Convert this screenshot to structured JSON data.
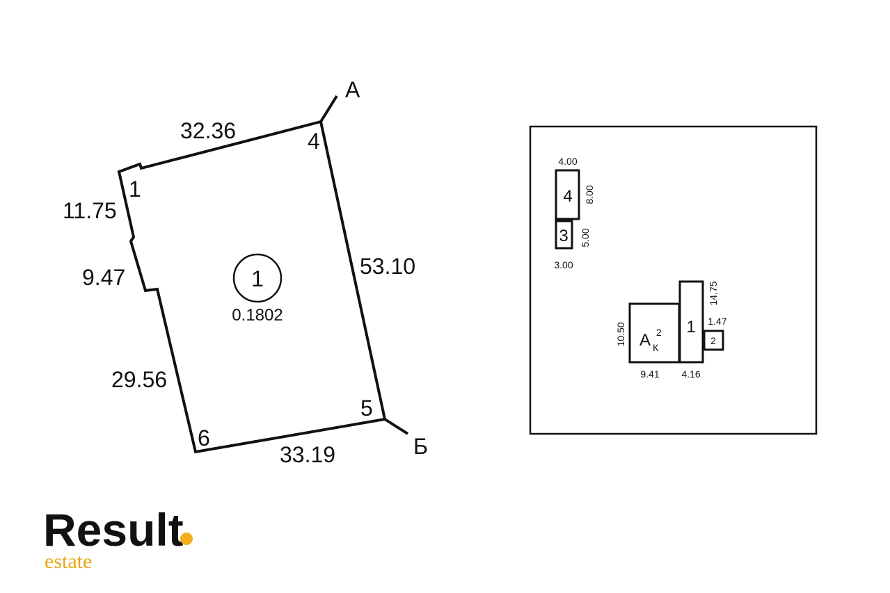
{
  "plot": {
    "sides": [
      "32.36",
      "11.75",
      "9.47",
      "29.56",
      "33.19",
      "53.10"
    ],
    "vertices": [
      "1",
      "4",
      "5",
      "6"
    ],
    "direction_marks": [
      "А",
      "Б"
    ],
    "parcel_number": "1",
    "parcel_area": "0.1802"
  },
  "buildings": {
    "b4": {
      "label": "4",
      "width": "4.00",
      "length": "8.00"
    },
    "b3": {
      "label": "3",
      "width": "3.00",
      "length": "5.00"
    },
    "bA": {
      "label": "А",
      "sub": "К",
      "sup": "2",
      "width": "9.41",
      "length": "10.50"
    },
    "b1": {
      "label": "1",
      "width": "4.16",
      "length": "14.75"
    },
    "b2": {
      "label": "2",
      "length": "1.47"
    }
  },
  "logo": {
    "word": "Result",
    "tagline": "estate",
    "accent_color": "#f2b01e"
  }
}
